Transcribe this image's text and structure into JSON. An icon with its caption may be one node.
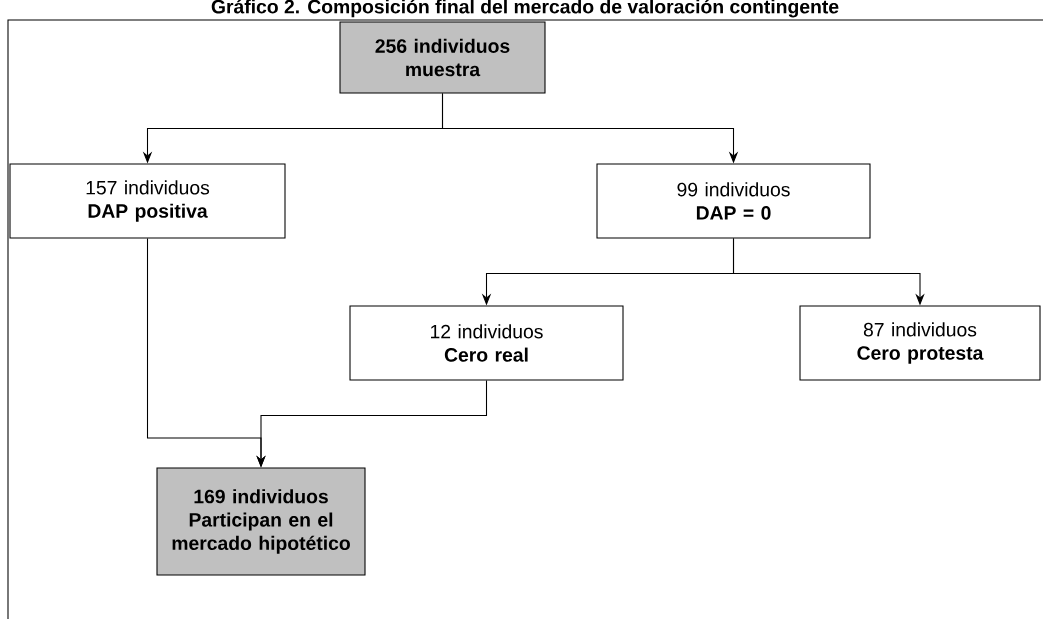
{
  "diagram": {
    "title": "Gráfico 2. Composición final del mercado de valoración contingente",
    "nodes": [
      {
        "text": [
          "256 individuos",
          "muestra"
        ]
      },
      {
        "text": [
          "157 individuos",
          "DAP positiva"
        ]
      },
      {
        "text": [
          "99 individuos",
          "DAP = 0"
        ]
      },
      {
        "text": [
          "12 individuos",
          "Cero real"
        ]
      },
      {
        "text": [
          "87 individuos",
          "Cero protesta"
        ]
      },
      {
        "text": [
          "169 individuos",
          "Participan en el mercado hipotético"
        ]
      }
    ],
    "edges": [
      {
        "from": 0,
        "to": 1,
        "arrow": "to"
      },
      {
        "from": 0,
        "to": 2,
        "arrow": "to"
      },
      {
        "from": 2,
        "to": 3,
        "arrow": "to"
      },
      {
        "from": 2,
        "to": 4,
        "arrow": "to"
      },
      {
        "from": 1,
        "to": 5,
        "arrow": "to"
      },
      {
        "from": 3,
        "to": 5,
        "arrow": "to"
      }
    ]
  }
}
